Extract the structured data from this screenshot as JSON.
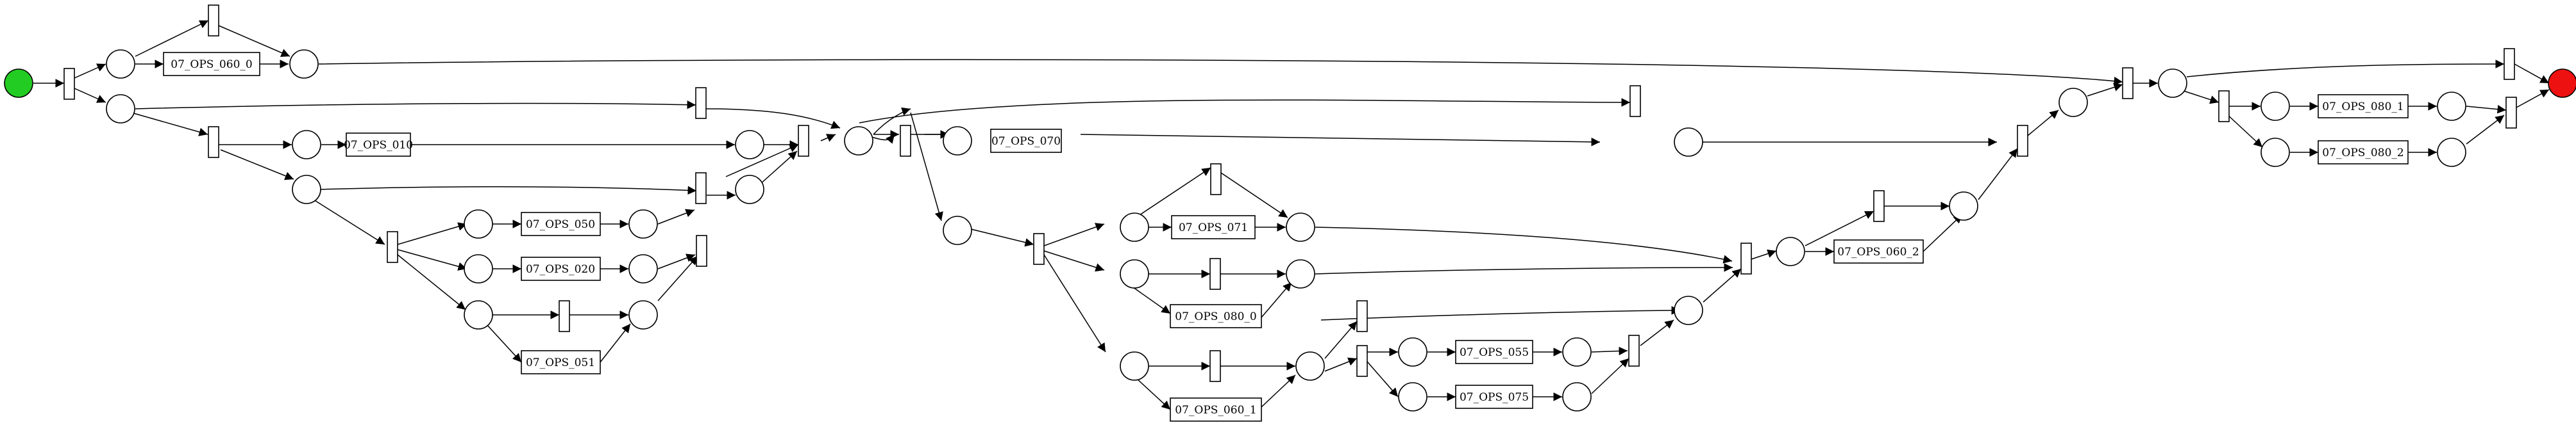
{
  "diagram": {
    "type": "petri-net",
    "colors": {
      "start": "#22cc22",
      "end": "#ee1111",
      "stroke": "#000000",
      "fill": "#ffffff"
    },
    "labels": {
      "t_060_0": "07_OPS_060_0",
      "t_010": "07_OPS_010",
      "t_050": "07_OPS_050",
      "t_020": "07_OPS_020",
      "t_051": "07_OPS_051",
      "t_070": "07_OPS_070",
      "t_071": "07_OPS_071",
      "t_080_0": "07_OPS_080_0",
      "t_060_1": "07_OPS_060_1",
      "t_055": "07_OPS_055",
      "t_075": "07_OPS_075",
      "t_060_2": "07_OPS_060_2",
      "t_080_1": "07_OPS_080_1",
      "t_080_2": "07_OPS_080_2"
    }
  }
}
